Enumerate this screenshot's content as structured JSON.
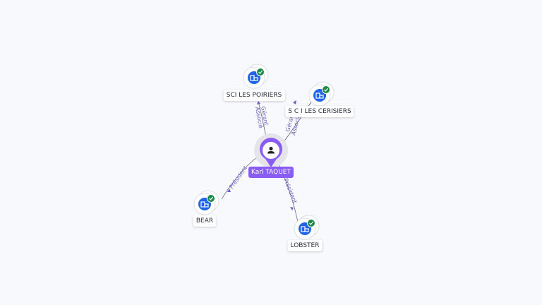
{
  "person": {
    "name": "Karl TAQUET",
    "icon": "person-icon"
  },
  "companies": [
    {
      "id": "sci-les-poiriers",
      "name": "SCI LES POIRIERS",
      "relations": [
        "Gérant",
        "Associé"
      ],
      "icon": "building-icon",
      "badge": "verified-check-icon"
    },
    {
      "id": "s-c-i-les-cerisiers",
      "name": "S C I LES CERISIERS",
      "relations": [
        "Gérant",
        "Associé"
      ],
      "icon": "building-icon",
      "badge": "verified-check-icon"
    },
    {
      "id": "bear",
      "name": "BEAR",
      "relations": [
        "Président"
      ],
      "icon": "building-icon",
      "badge": "verified-check-icon"
    },
    {
      "id": "lobster",
      "name": "LOBSTER",
      "relations": [
        "Président"
      ],
      "icon": "building-icon",
      "badge": "verified-check-icon"
    }
  ],
  "colors": {
    "background": "#f8f9fc",
    "accent": "#8a5cf6",
    "company_icon": "#1e63e9",
    "badge": "#1a8a4a",
    "edge": "#555a66",
    "edge_label": "#6b5fc7"
  }
}
